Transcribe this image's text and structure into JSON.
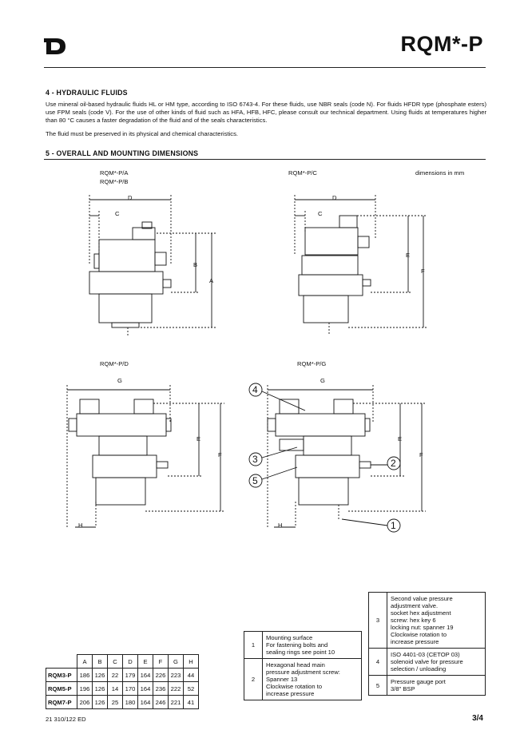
{
  "header": {
    "title": "RQM*-P"
  },
  "section4": {
    "heading": "4 - HYDRAULIC FLUIDS",
    "para1": "Use mineral oil-based hydraulic fluids HL or HM type, according to ISO 6743-4. For these fluids, use NBR seals (code N). For fluids HFDR type (phosphate esters) use FPM seals (code V). For the use of other kinds of fluid such as HFA, HFB, HFC, please consult our technical department. Using fluids at temperatures higher than 80 °C causes a faster degradation of the fluid and of the seals characteristics.",
    "para2": "The fluid must be preserved in its physical and chemical characteristics."
  },
  "section5": {
    "heading": "5 - OVERALL AND MOUNTING DIMENSIONS",
    "units_note": "dimensions in mm",
    "view_a_label1": "RQM*-P/A",
    "view_a_label2": "RQM*-P/B",
    "view_c_label": "RQM*-P/C",
    "view_d_label": "RQM*-P/D",
    "view_g_label": "RQM*-P/G",
    "dims": {
      "A": "A",
      "B": "B",
      "C": "C",
      "D": "D",
      "E": "E",
      "F": "F",
      "G": "G",
      "H": "H"
    },
    "callouts": [
      "1",
      "2",
      "3",
      "4",
      "5"
    ]
  },
  "dim_table": {
    "columns": [
      "A",
      "B",
      "C",
      "D",
      "E",
      "F",
      "G",
      "H"
    ],
    "rows": [
      {
        "name": "RQM3-P",
        "values": [
          "186",
          "126",
          "22",
          "179",
          "164",
          "226",
          "223",
          "44"
        ]
      },
      {
        "name": "RQM5-P",
        "values": [
          "196",
          "126",
          "14",
          "170",
          "164",
          "236",
          "222",
          "52"
        ]
      },
      {
        "name": "RQM7-P",
        "values": [
          "206",
          "126",
          "25",
          "180",
          "164",
          "246",
          "221",
          "41"
        ]
      }
    ]
  },
  "notes_left": [
    {
      "num": "1",
      "lines": [
        "Mounting surface",
        "For fastening bolts and",
        "sealing rings see point 10"
      ]
    },
    {
      "num": "2",
      "lines": [
        "Hexagonal head main",
        "pressure adjustment screw:",
        "Spanner 13",
        "Clockwise rotation to",
        "increase pressure"
      ]
    }
  ],
  "notes_right": [
    {
      "num": "3",
      "lines": [
        "Second value pressure",
        "adjustment valve.",
        "socket hex adjustment",
        "screw: hex key 6",
        "locking nut: spanner 19",
        "Clockwise rotation to",
        "increase pressure"
      ]
    },
    {
      "num": "4",
      "lines": [
        "ISO 4401-03 (CETOP 03)",
        "solenoid valve for pressure",
        "selection / unloading"
      ]
    },
    {
      "num": "5",
      "lines": [
        "Pressure gauge port",
        "3/8\" BSP"
      ]
    }
  ],
  "footer": {
    "code": "21 310/122 ED",
    "page": "3/4"
  }
}
